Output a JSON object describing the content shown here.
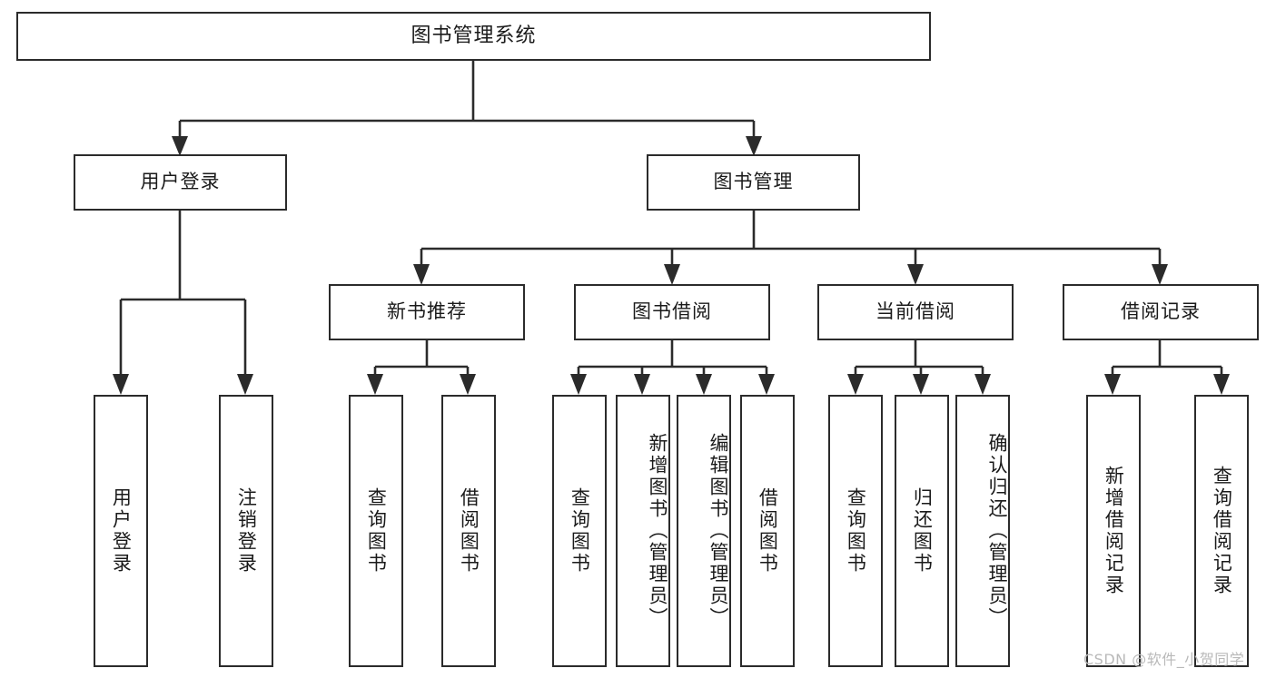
{
  "diagram": {
    "type": "tree-hierarchy-chart",
    "title": "图书管理系统",
    "watermark": "CSDN @软件_小贺同学",
    "colors": {
      "stroke": "#2b2b2b",
      "background": "#ffffff",
      "text": "#1a1a1a",
      "watermark": "#b9b9b9"
    },
    "nodes": {
      "root": {
        "label": "图书管理系统"
      },
      "level2": [
        {
          "label": "用户登录"
        },
        {
          "label": "图书管理"
        }
      ],
      "level3": [
        {
          "label": "新书推荐"
        },
        {
          "label": "图书借阅"
        },
        {
          "label": "当前借阅"
        },
        {
          "label": "借阅记录"
        }
      ],
      "leaves": {
        "user_login": [
          {
            "label": "用户登录"
          },
          {
            "label": "注销登录"
          }
        ],
        "new_book_recommend": [
          {
            "label": "查询图书"
          },
          {
            "label": "借阅图书"
          }
        ],
        "book_borrow": [
          {
            "label": "查询图书"
          },
          {
            "label": "新增图书（管理员）"
          },
          {
            "label": "编辑图书（管理员）"
          },
          {
            "label": "借阅图书"
          }
        ],
        "current_borrow": [
          {
            "label": "查询图书"
          },
          {
            "label": "归还图书"
          },
          {
            "label": "确认归还（管理员）"
          }
        ],
        "borrow_record": [
          {
            "label": "新增借阅记录"
          },
          {
            "label": "查询借阅记录"
          }
        ]
      }
    }
  }
}
